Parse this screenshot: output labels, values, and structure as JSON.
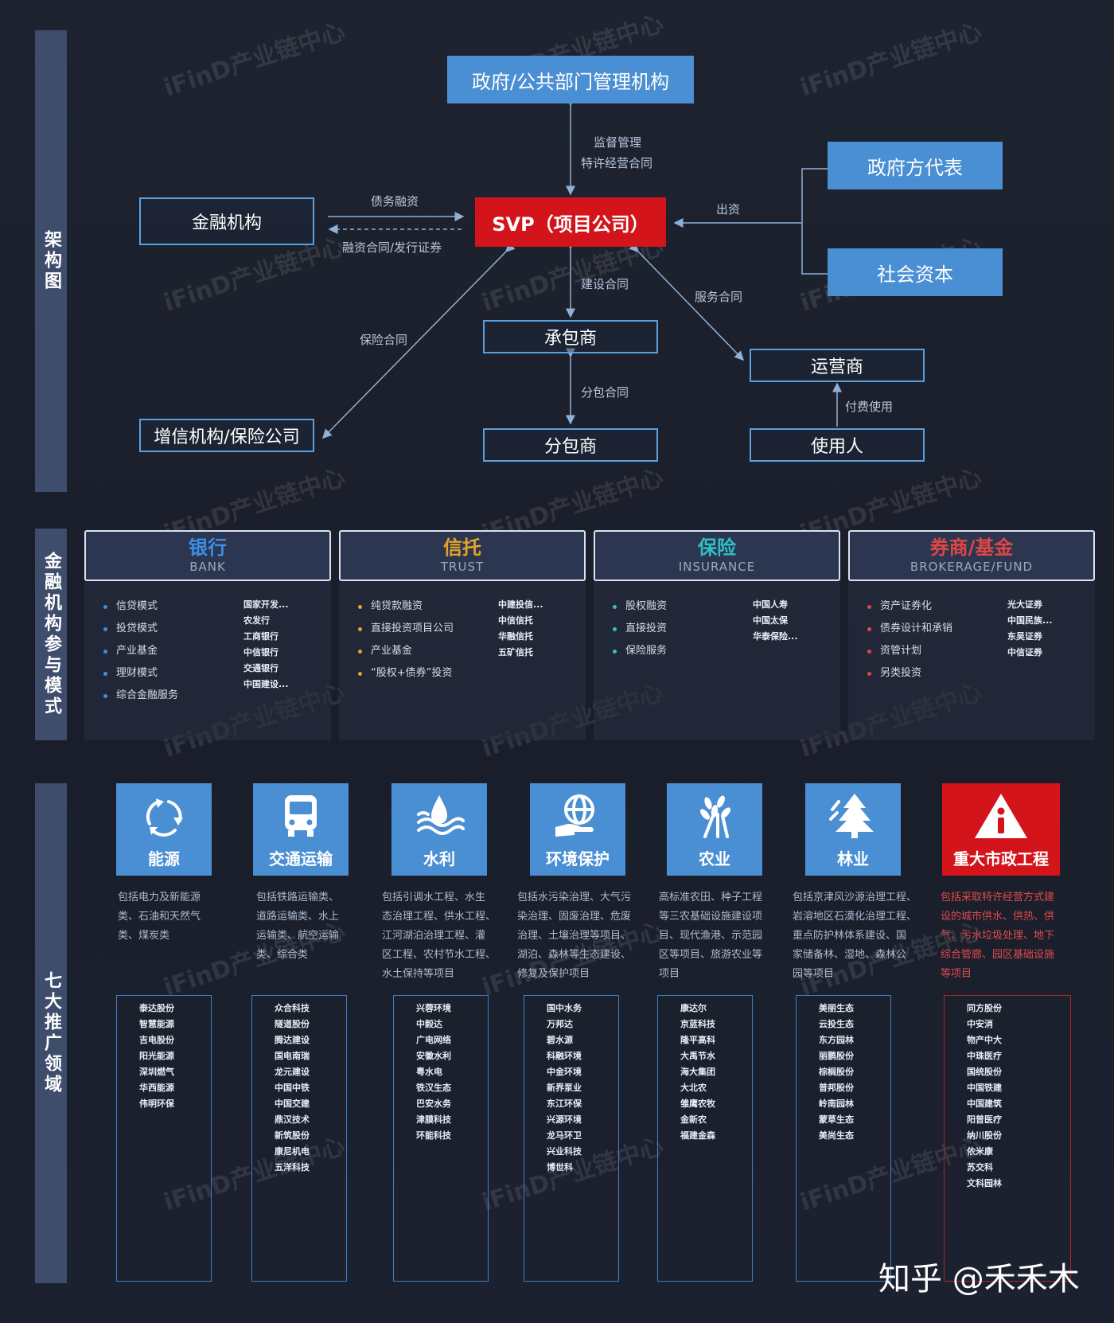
{
  "watermark_text": "iFinD产业链中心",
  "sections": {
    "architecture_label": "架构图",
    "finance_label": "金融机构参与模式",
    "fields_label": "七大推广领域"
  },
  "architecture": {
    "gov_agency": "政府/公共部门管理机构",
    "svp": "SVP（项目公司）",
    "financial_institution": "金融机构",
    "gov_rep": "政府方代表",
    "social_capital": "社会资本",
    "contractor": "承包商",
    "subcontractor": "分包商",
    "operator": "运营商",
    "user": "使用人",
    "credit_insurance": "增信机构/保险公司",
    "edge_supervise": "监督管理",
    "edge_franchise": "特许经营合同",
    "edge_debt": "债务融资",
    "edge_financing": "融资合同/发行证券",
    "edge_invest": "出资",
    "edge_construction": "建设合同",
    "edge_service": "服务合同",
    "edge_insurance": "保险合同",
    "edge_subcontract": "分包合同",
    "edge_payment": "付费使用"
  },
  "finance": [
    {
      "title": "银行",
      "subtitle": "BANK",
      "color": "#3a8ee6",
      "modes": [
        "信贷模式",
        "投贷模式",
        "产业基金",
        "理财模式",
        "综合金融服务"
      ],
      "companies": [
        "国家开发...",
        "农发行",
        "工商银行",
        "中信银行",
        "交通银行",
        "中国建设..."
      ]
    },
    {
      "title": "信托",
      "subtitle": "TRUST",
      "color": "#e3a32a",
      "modes": [
        "纯贷款融资",
        "直接投资项目公司",
        "产业基金",
        "“股权+债券”投资"
      ],
      "companies": [
        "中建投信...",
        "中信信托",
        "华融信托",
        "五矿信托"
      ]
    },
    {
      "title": "保险",
      "subtitle": "INSURANCE",
      "color": "#2fc0c8",
      "modes": [
        "股权融资",
        "直接投资",
        "保险服务"
      ],
      "companies": [
        "中国人寿",
        "中国太保",
        "华泰保险..."
      ]
    },
    {
      "title": "券商/基金",
      "subtitle": "BROKERAGE/FUND",
      "color": "#e14646",
      "modes": [
        "资产证券化",
        "债券设计和承销",
        "资管计划",
        "另类投资"
      ],
      "companies": [
        "光大证券",
        "中国民族...",
        "东吴证券",
        "中信证券"
      ]
    }
  ],
  "fields": [
    {
      "label": "能源",
      "icon": "recycle-icon",
      "color": "#4a8fd4",
      "desc": [
        "包括电力及新能源",
        "类、石油和天然气",
        "类、煤炭类"
      ],
      "companies": [
        "泰达股份",
        "智慧能源",
        "吉电股份",
        "阳光能源",
        "深圳燃气",
        "华西能源",
        "伟明环保"
      ]
    },
    {
      "label": "交通运输",
      "icon": "bus-icon",
      "color": "#4a8fd4",
      "desc": [
        "包括铁路运输类、",
        "道路运输类、水上",
        "运输类、航空运输",
        "类、综合类"
      ],
      "companies": [
        "众合科技",
        "隧道股份",
        "腾达建设",
        "国电南瑞",
        "龙元建设",
        "中国中铁",
        "中国交建",
        "鼎汉技术",
        "新筑股份",
        "康尼机电",
        "五洋科技"
      ]
    },
    {
      "label": "水利",
      "icon": "water-drop-icon",
      "color": "#4a8fd4",
      "desc": [
        "包括引调水工程、水生",
        "态治理工程、供水工程、",
        "江河湖泊治理工程、灌",
        "区工程、农村节水工程、",
        "水土保持等项目"
      ],
      "companies": [
        "兴蓉环境",
        "中毅达",
        "广电网络",
        "安徽水利",
        "粤水电",
        "铁汉生态",
        "巴安水务",
        "津膜科技",
        "环能科技"
      ]
    },
    {
      "label": "环境保护",
      "icon": "globe-hand-icon",
      "color": "#4a8fd4",
      "desc": [
        "包括水污染治理、大气污",
        "染治理、固废治理、危废",
        "治理、土壤治理等项目、",
        "湖泊、森林等生态建设、",
        "修复及保护项目"
      ],
      "companies": [
        "国中水务",
        "万邦达",
        "碧水源",
        "科融环境",
        "中金环境",
        "新界泵业",
        "东江环保",
        "兴源环境",
        "龙马环卫",
        "兴业科技",
        "博世科"
      ]
    },
    {
      "label": "农业",
      "icon": "wheat-icon",
      "color": "#4a8fd4",
      "desc": [
        "高标准农田、种子工程",
        "等三农基础设施建设项",
        "目、现代渔港、示范园",
        "区等项目、旅游农业等",
        "项目"
      ],
      "companies": [
        "康达尔",
        "京蓝科技",
        "隆平高科",
        "大禹节水",
        "海大集团",
        "大北农",
        "雏鹰农牧",
        "金新农",
        "福建金森"
      ]
    },
    {
      "label": "林业",
      "icon": "tree-icon",
      "color": "#4a8fd4",
      "desc": [
        "包括京津风沙源治理工程、",
        "岩溶地区石漠化治理工程、",
        "重点防护林体系建设、国",
        "家储备林、湿地、森林公",
        "园等项目"
      ],
      "companies": [
        "美丽生态",
        "云投生态",
        "东方园林",
        "丽鹏股份",
        "棕榈股份",
        "普邦股份",
        "岭南园林",
        "蒙草生态",
        "美尚生态"
      ]
    },
    {
      "label": "重大市政工程",
      "icon": "warning-icon",
      "color": "#d3141a",
      "desc": [
        "包括采取特许经营方式建",
        "设的城市供水、供热、供",
        "气、污水垃圾处理、地下",
        "综合管廊、园区基础设施",
        "等项目"
      ],
      "companies": [
        "同方股份",
        "中安消",
        "物产中大",
        "中珠医疗",
        "国统股份",
        "中国铁建",
        "中国建筑",
        "阳普医疗",
        "纳川股份",
        "依米康",
        "苏交科",
        "文科园林"
      ]
    }
  ],
  "credit": "知乎 @禾禾木"
}
